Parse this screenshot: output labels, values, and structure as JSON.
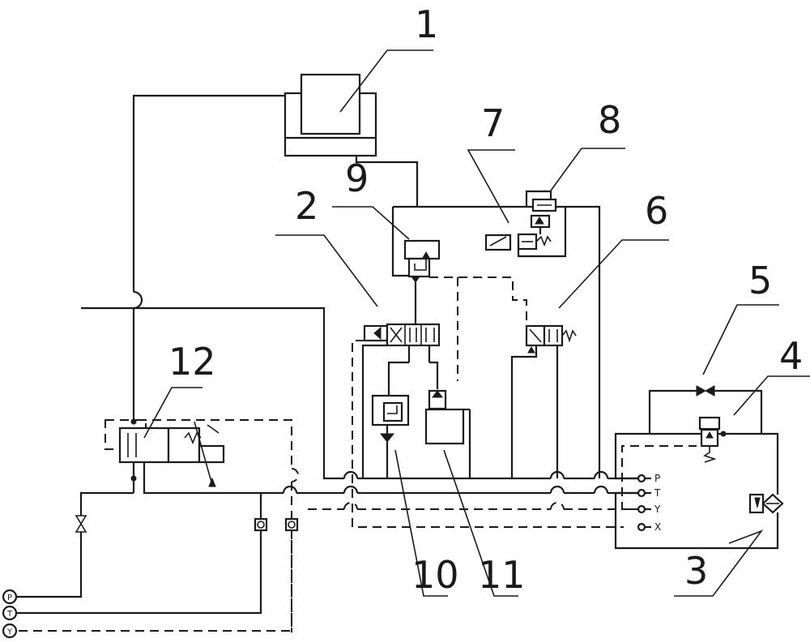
{
  "callouts": {
    "c1": "1",
    "c2": "2",
    "c3": "3",
    "c4": "4",
    "c5": "5",
    "c6": "6",
    "c7": "7",
    "c8": "8",
    "c9": "9",
    "c10": "10",
    "c11": "11",
    "c12": "12"
  },
  "ports_right": {
    "p": "P",
    "t": "T",
    "y": "Y",
    "x": "X"
  },
  "ports_left": {
    "p": "P",
    "t": "T",
    "y": "Y"
  }
}
